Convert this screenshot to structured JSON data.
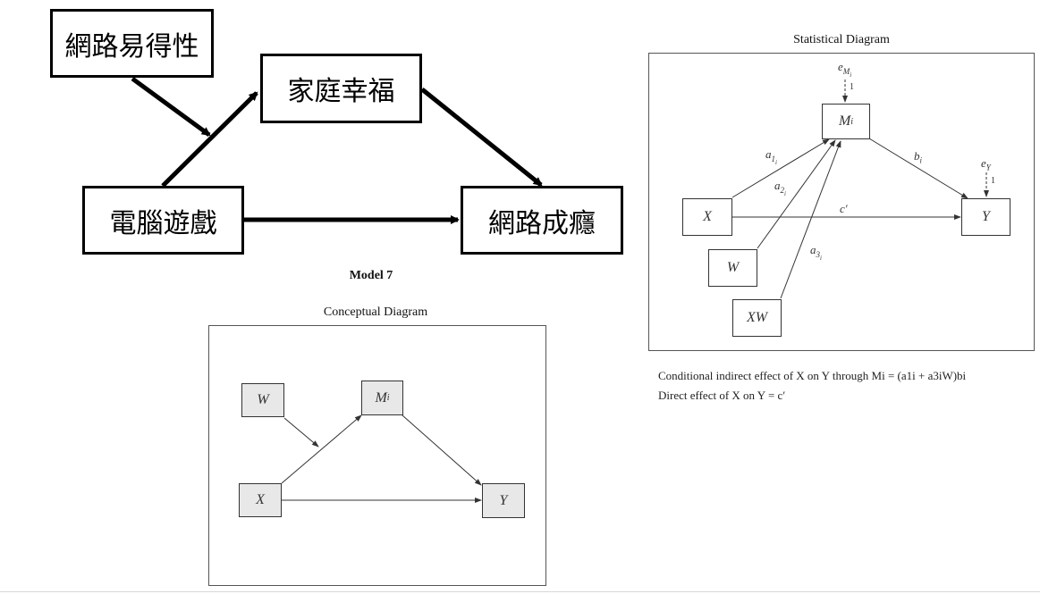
{
  "chinese_model": {
    "network_accessibility": "網路易得性",
    "family_happiness": "家庭幸福",
    "computer_games": "電腦遊戲",
    "internet_addiction": "網路成癮"
  },
  "model_title": "Model 7",
  "conceptual": {
    "title": "Conceptual Diagram",
    "w": "W",
    "m": "M",
    "m_sub": "i",
    "x": "X",
    "y": "Y"
  },
  "statistical": {
    "title": "Statistical Diagram",
    "em": "e",
    "em_sub": "M",
    "em_subsub": "i",
    "one_m": "1",
    "m": "M",
    "m_sub": "i",
    "a1": "a",
    "a1_sub": "1",
    "a1_subsub": "i",
    "a2": "a",
    "a2_sub": "2",
    "a2_subsub": "i",
    "a3": "a",
    "a3_sub": "3",
    "a3_subsub": "i",
    "b": "b",
    "b_sub": "i",
    "ey": "e",
    "ey_sub": "Y",
    "one_y": "1",
    "c": "c′",
    "x": "X",
    "y": "Y",
    "w": "W",
    "xw": "XW",
    "note1": "Conditional indirect effect of X on Y through Mi = (a1i + a3iW)bi",
    "note2": "Direct effect of X on Y = c′"
  }
}
